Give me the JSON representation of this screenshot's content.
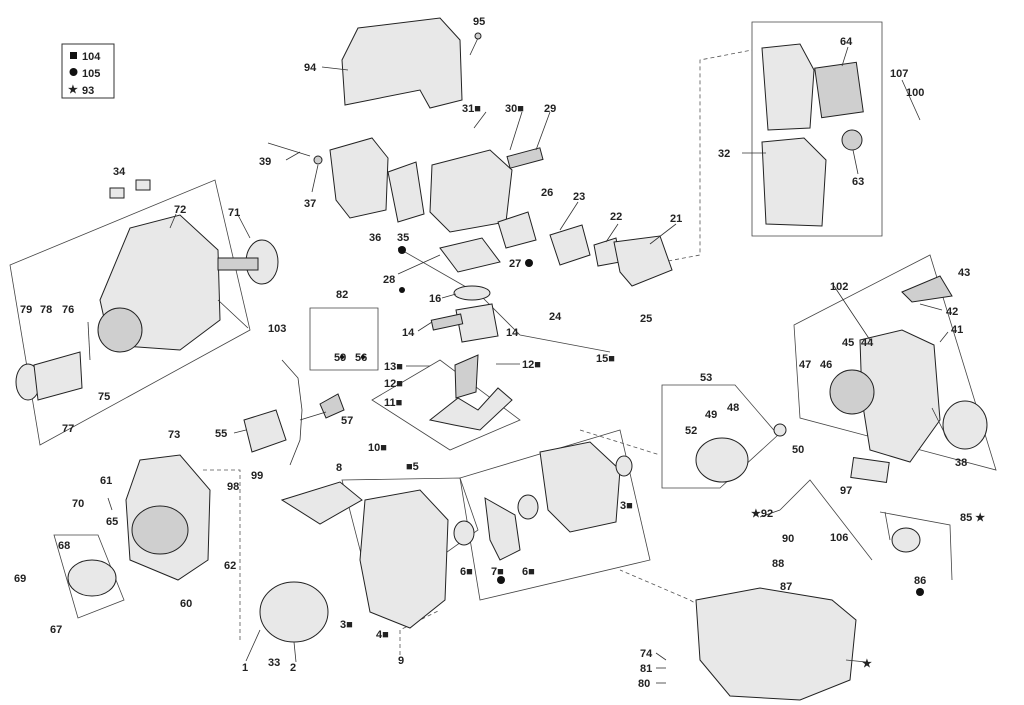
{
  "legend": [
    {
      "symbol": "square",
      "code": "104"
    },
    {
      "symbol": "circle",
      "code": "105"
    },
    {
      "symbol": "star",
      "code": "93"
    }
  ],
  "labels": [
    {
      "id": "l95",
      "text": "95"
    },
    {
      "id": "l94",
      "text": "94"
    },
    {
      "id": "l31",
      "text": "31■"
    },
    {
      "id": "l30",
      "text": "30■"
    },
    {
      "id": "l29",
      "text": "29"
    },
    {
      "id": "l64",
      "text": "64"
    },
    {
      "id": "l107",
      "text": "107"
    },
    {
      "id": "l100",
      "text": "100"
    },
    {
      "id": "l32",
      "text": "32"
    },
    {
      "id": "l63",
      "text": "63"
    },
    {
      "id": "l39",
      "text": "39"
    },
    {
      "id": "l37",
      "text": "37"
    },
    {
      "id": "l36",
      "text": "36"
    },
    {
      "id": "l35",
      "text": "35"
    },
    {
      "id": "l26",
      "text": "26"
    },
    {
      "id": "l23",
      "text": "23"
    },
    {
      "id": "l22",
      "text": "22"
    },
    {
      "id": "l21",
      "text": "21"
    },
    {
      "id": "l34",
      "text": "34"
    },
    {
      "id": "l72",
      "text": "72"
    },
    {
      "id": "l71",
      "text": "71"
    },
    {
      "id": "l28",
      "text": "28"
    },
    {
      "id": "l27",
      "text": "27"
    },
    {
      "id": "l16",
      "text": "16"
    },
    {
      "id": "l24",
      "text": "24"
    },
    {
      "id": "l25",
      "text": "25"
    },
    {
      "id": "l82",
      "text": "82"
    },
    {
      "id": "l79",
      "text": "79"
    },
    {
      "id": "l78",
      "text": "78"
    },
    {
      "id": "l76",
      "text": "76"
    },
    {
      "id": "l103",
      "text": "103"
    },
    {
      "id": "l14a",
      "text": "14"
    },
    {
      "id": "l14b",
      "text": "14"
    },
    {
      "id": "l59",
      "text": "59"
    },
    {
      "id": "l56",
      "text": "56"
    },
    {
      "id": "l15",
      "text": "15■"
    },
    {
      "id": "l43",
      "text": "43"
    },
    {
      "id": "l102",
      "text": "102"
    },
    {
      "id": "l42",
      "text": "42"
    },
    {
      "id": "l41",
      "text": "41"
    },
    {
      "id": "l13",
      "text": "13■"
    },
    {
      "id": "l12a",
      "text": "12■"
    },
    {
      "id": "l12b",
      "text": "12■"
    },
    {
      "id": "l75",
      "text": "75"
    },
    {
      "id": "l45",
      "text": "45"
    },
    {
      "id": "l44",
      "text": "44"
    },
    {
      "id": "l47",
      "text": "47"
    },
    {
      "id": "l46",
      "text": "46"
    },
    {
      "id": "l53",
      "text": "53"
    },
    {
      "id": "l11",
      "text": "11■"
    },
    {
      "id": "l57",
      "text": "57"
    },
    {
      "id": "l77",
      "text": "77"
    },
    {
      "id": "l73",
      "text": "73"
    },
    {
      "id": "l55",
      "text": "55"
    },
    {
      "id": "l10",
      "text": "10■"
    },
    {
      "id": "l49",
      "text": "49"
    },
    {
      "id": "l48",
      "text": "48"
    },
    {
      "id": "l52",
      "text": "52"
    },
    {
      "id": "l50",
      "text": "50"
    },
    {
      "id": "l38",
      "text": "38"
    },
    {
      "id": "l98",
      "text": "98"
    },
    {
      "id": "l99",
      "text": "99"
    },
    {
      "id": "l8",
      "text": "8"
    },
    {
      "id": "l5",
      "text": "■5"
    },
    {
      "id": "l61",
      "text": "61"
    },
    {
      "id": "l3a",
      "text": "3■"
    },
    {
      "id": "l97",
      "text": "97"
    },
    {
      "id": "l70",
      "text": "70"
    },
    {
      "id": "l65",
      "text": "65"
    },
    {
      "id": "l92",
      "text": "★92"
    },
    {
      "id": "l85",
      "text": "85 ★"
    },
    {
      "id": "l90",
      "text": "90"
    },
    {
      "id": "l106",
      "text": "106"
    },
    {
      "id": "l68",
      "text": "68"
    },
    {
      "id": "l62",
      "text": "62"
    },
    {
      "id": "l6a",
      "text": "6■"
    },
    {
      "id": "l7",
      "text": "7■"
    },
    {
      "id": "l6b",
      "text": "6■"
    },
    {
      "id": "l88",
      "text": "88"
    },
    {
      "id": "l69",
      "text": "69"
    },
    {
      "id": "l60",
      "text": "60"
    },
    {
      "id": "l87",
      "text": "87"
    },
    {
      "id": "l86",
      "text": "86"
    },
    {
      "id": "l67",
      "text": "67"
    },
    {
      "id": "l3b",
      "text": "3■"
    },
    {
      "id": "l4",
      "text": "4■"
    },
    {
      "id": "l74",
      "text": "74"
    },
    {
      "id": "l1",
      "text": "1"
    },
    {
      "id": "l33",
      "text": "33"
    },
    {
      "id": "l2",
      "text": "2"
    },
    {
      "id": "l9",
      "text": "9"
    },
    {
      "id": "l81",
      "text": "81"
    },
    {
      "id": "l80",
      "text": "80"
    }
  ]
}
